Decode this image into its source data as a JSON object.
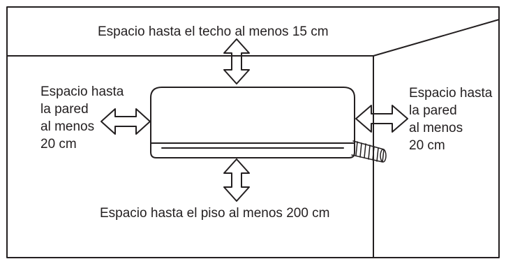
{
  "labels": {
    "top": "Espacio hasta el techo  al menos 15 cm",
    "bottom": "Espacio hasta el piso  al menos 200 cm",
    "left": [
      "Espacio hasta",
      "la pared",
      "al menos",
      "20 cm"
    ],
    "right": [
      "Espacio hasta",
      "la pared",
      "al menos",
      "20 cm"
    ]
  },
  "colors": {
    "line": "#231f20",
    "background": "#ffffff"
  }
}
